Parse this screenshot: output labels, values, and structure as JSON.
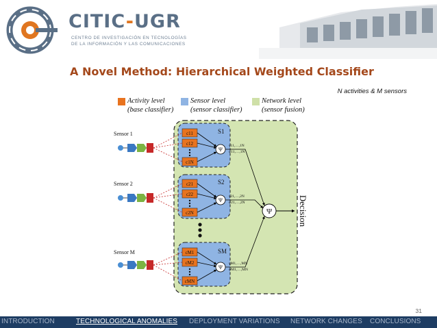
{
  "header": {
    "brand_name_left": "CITIC",
    "brand_name_dash": "-",
    "brand_name_right": "UGR",
    "brand_subtitle": "CENTRO DE INVESTIGACIÓN EN TECNOLOGÍAS\nDE LA INFORMACIÓN Y LAS COMUNICACIONES"
  },
  "slide": {
    "title": "A Novel Method: Hierarchical Weighted Classifier",
    "note": "N activities & M sensors",
    "page_number": "31"
  },
  "legend": [
    {
      "line1": "Activity level",
      "line2": "(base classifier)",
      "color": "#e8731f"
    },
    {
      "line1": "Sensor level",
      "line2": "(sensor classifier)",
      "color": "#8fb4e3"
    },
    {
      "line1": "Network level",
      "line2": "(sensor fusion)",
      "color": "#cfe0a8"
    }
  ],
  "diagram": {
    "sensors": [
      {
        "label": "Sensor 1",
        "group": "S1",
        "classifiers": [
          "c11",
          "c12",
          "c1N"
        ],
        "weights": "γ11,…,1N",
        "phis": "φ11,…,1N"
      },
      {
        "label": "Sensor 2",
        "group": "S2",
        "classifiers": [
          "c21",
          "c22",
          "c2N"
        ],
        "weights": "γ21,…,2N",
        "phis": "φ21,…,2N"
      },
      {
        "label": "Sensor M",
        "group": "SM",
        "classifiers": [
          "cM1",
          "cM2",
          "cMN"
        ],
        "weights": "γM1,…,MN",
        "phis": "φM1,…,MN"
      }
    ],
    "fusion_symbol": "Ψ",
    "output_label": "Decision"
  },
  "footer_nav": [
    {
      "label": "INTRODUCTION",
      "active": false
    },
    {
      "label": "TECHNOLOGICAL ANOMALIES",
      "active": true
    },
    {
      "label": "DEPLOYMENT VARIATIONS",
      "active": false
    },
    {
      "label": "NETWORK CHANGES",
      "active": false
    },
    {
      "label": "CONCLUSIONS",
      "active": false
    }
  ],
  "colors": {
    "title": "#a4481b",
    "nav_bg": "#1e3d63",
    "activity": "#e8731f",
    "sensor": "#8fb4e3",
    "network": "#cfe0a8"
  }
}
